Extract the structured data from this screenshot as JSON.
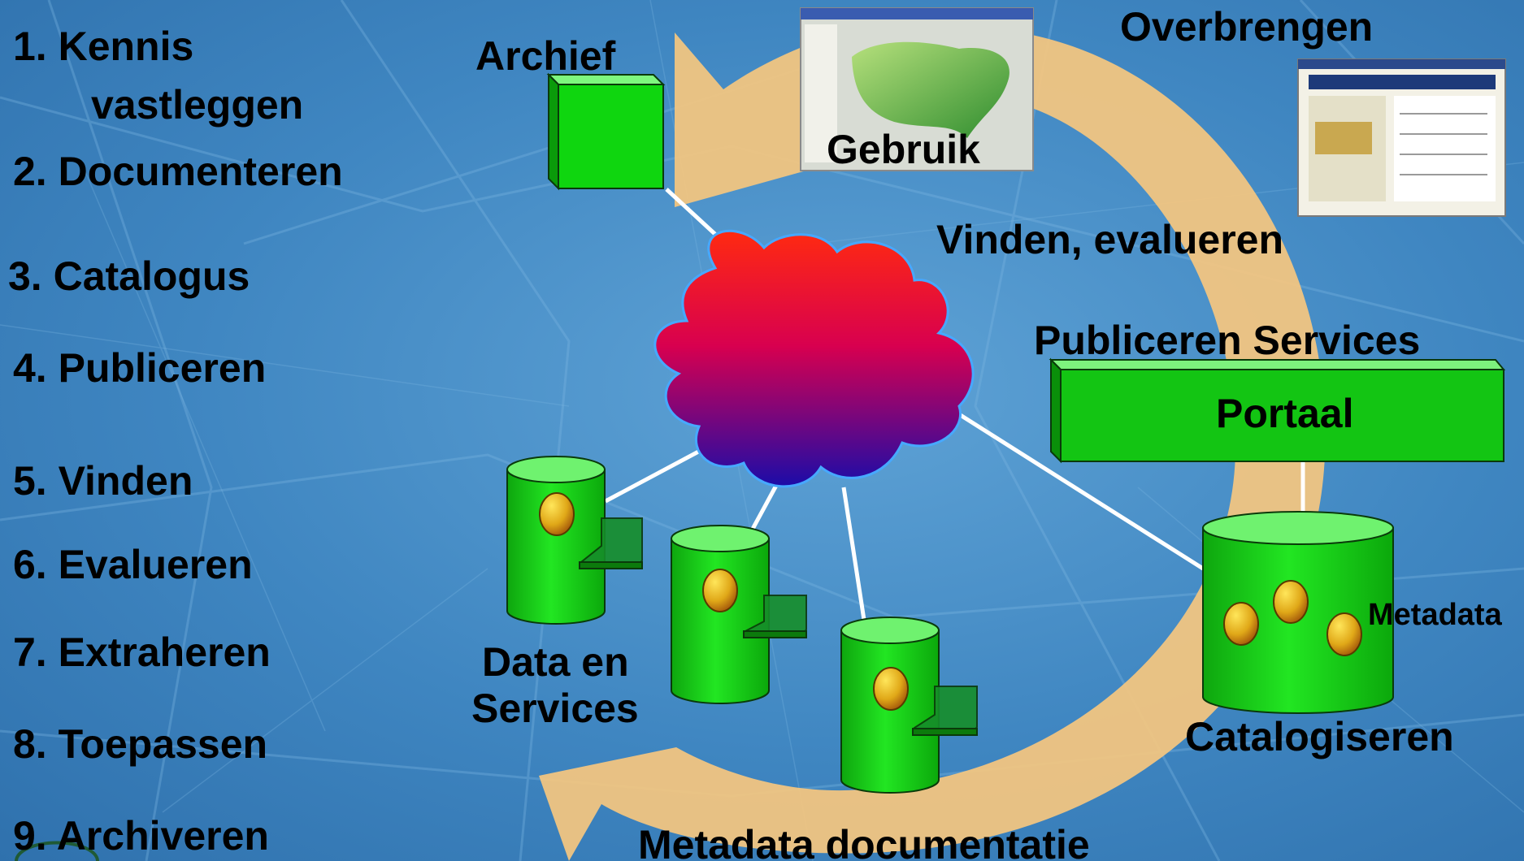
{
  "steps": [
    "1. Kennis",
    "vastleggen",
    "2. Documenteren",
    "3. Catalogus",
    "4. Publiceren",
    "5. Vinden",
    "6. Evalueren",
    "7. Extraheren",
    "8. Toepassen",
    "9. Archiveren"
  ],
  "labels": {
    "archief": "Archief",
    "gebruik": "Gebruik",
    "overbrengen": "Overbrengen",
    "vinden_evalueren": "Vinden, evalueren",
    "publiceren_services": "Publiceren Services",
    "portaal": "Portaal",
    "metadata": "Metadata",
    "catalogiseren": "Catalogiseren",
    "data_en": "Data en",
    "services": "Services",
    "metadata_documentatie": "Metadata documentatie"
  },
  "colors": {
    "background": "#3f86c1",
    "arrow": "#f6c77f",
    "green": "#12d412",
    "portal": "#14c214",
    "cloud_top": "#ff1a1a",
    "cloud_bottom": "#1a10a8"
  },
  "icons": {
    "archive": "green-cube-icon",
    "network": "cloud-icon",
    "databases": "cylinder-icon",
    "screens": "screenshot-thumbnail"
  }
}
